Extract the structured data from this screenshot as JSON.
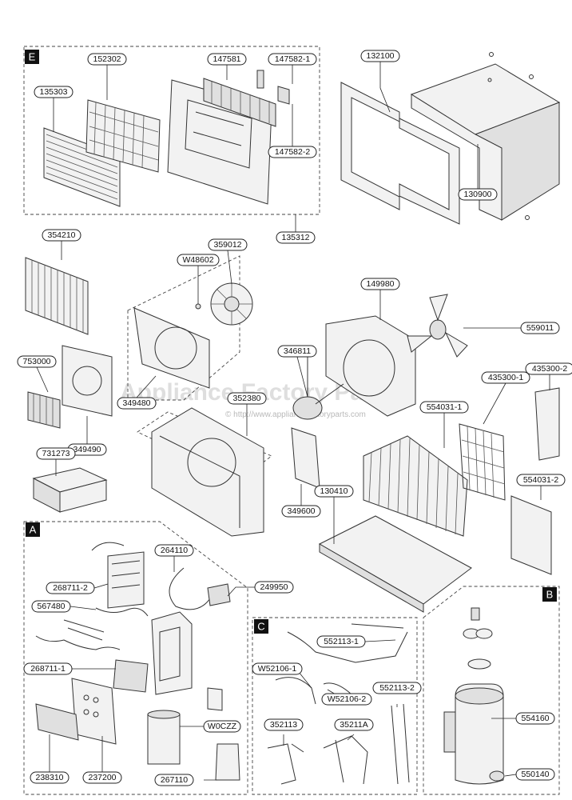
{
  "sections": {
    "E": "E",
    "A": "A",
    "B": "B",
    "C": "C"
  },
  "watermark": {
    "title": "Appliance Factory Parts",
    "url": "© http://www.appliancefactoryparts.com"
  },
  "parts": {
    "p152302": "152302",
    "p147581": "147581",
    "p147582_1": "147582-1",
    "p135303": "135303",
    "p147582_2": "147582-2",
    "p135312": "135312",
    "p132100": "132100",
    "p130900": "130900",
    "p354210": "354210",
    "p359012": "359012",
    "pW48602": "W48602",
    "p149980": "149980",
    "p559011": "559011",
    "p753000": "753000",
    "p349480": "349480",
    "p346811": "346811",
    "p435300_1": "435300-1",
    "p435300_2": "435300-2",
    "p352380": "352380",
    "p554031_1": "554031-1",
    "p349490": "349490",
    "p731273": "731273",
    "p554031_2": "554031-2",
    "p130410": "130410",
    "p349600": "349600",
    "p264110": "264110",
    "p268711_2": "268711-2",
    "p249950": "249950",
    "p567480": "567480",
    "p552113_1": "552113-1",
    "p268711_1": "268711-1",
    "pW52106_1": "W52106-1",
    "pW52106_2": "W52106-2",
    "p552113_2": "552113-2",
    "p554160": "554160",
    "pW0CZZ": "W0CZZ",
    "p352113": "352113",
    "p35211A": "35211A",
    "p238310": "238310",
    "p237200": "237200",
    "p267110": "267110",
    "p550140": "550140"
  }
}
